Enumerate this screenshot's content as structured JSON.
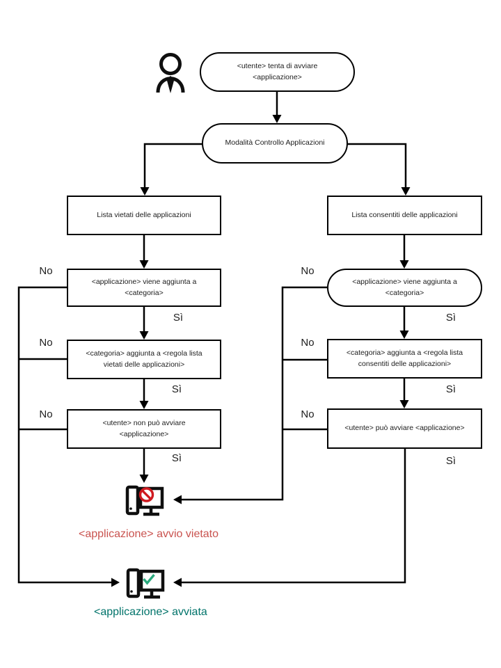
{
  "diagram": {
    "labels": {
      "yes": "Sì",
      "no": "No"
    },
    "nodes": {
      "start": "<utente> tenta di avviare <applicazione>",
      "mode": "Modalità Controllo Applicazioni",
      "denylist": "Lista vietati delle applicazioni",
      "allowlist": "Lista consentiti delle applicazioni",
      "deny_app_added": "<applicazione> viene aggiunta a <categoria>",
      "allow_app_added": "<applicazione> viene aggiunta a <categoria>",
      "deny_rule": "<categoria> aggiunta a <regola lista vietati delle applicazioni>",
      "allow_rule": "<categoria> aggiunta a <regola lista consentiti delle applicazioni>",
      "deny_user": "<utente> non può avviare <applicazione>",
      "allow_user": "<utente> può avviare <applicazione>"
    },
    "outcomes": {
      "blocked": "<applicazione> avvio vietato",
      "started": "<applicazione> avviata"
    },
    "colors": {
      "line": "#000000",
      "blocked_text": "#c9534f",
      "started_text": "#00736a",
      "prohibited_sign": "#cf1a20",
      "check_mark": "#2aa97d"
    },
    "icons": {
      "user": "user-icon",
      "blocked": "computer-blocked-icon",
      "started": "computer-started-icon"
    }
  }
}
